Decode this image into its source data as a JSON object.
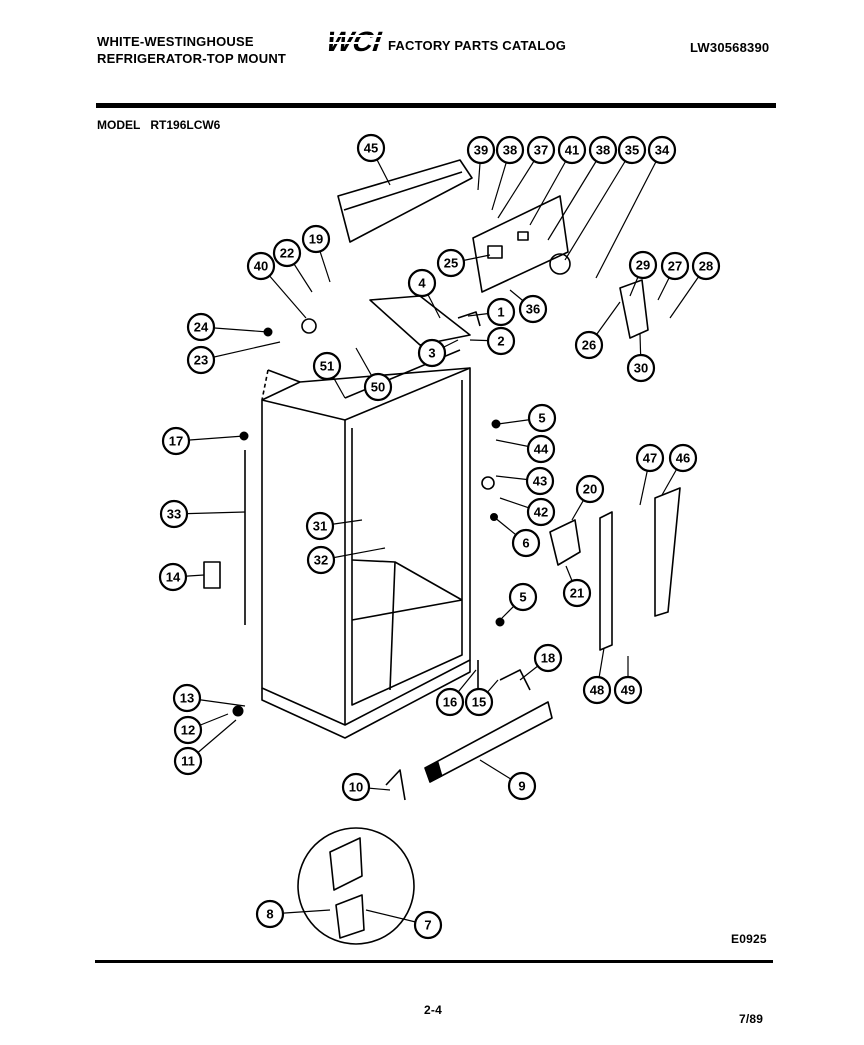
{
  "header": {
    "brand_line1": "WHITE-WESTINGHOUSE",
    "brand_line2": "REFRIGERATOR-TOP MOUNT",
    "logo_text": "WCI",
    "catalog_title": "FACTORY PARTS CATALOG",
    "doc_number": "LW30568390"
  },
  "model": {
    "label": "MODEL",
    "value": "RT196LCW6"
  },
  "footer": {
    "figure_code": "E0925",
    "page": "2-4",
    "date": "7/89"
  },
  "callouts": [
    "45",
    "39",
    "38",
    "37",
    "41",
    "38",
    "35",
    "34",
    "19",
    "22",
    "40",
    "25",
    "4",
    "1",
    "36",
    "29",
    "27",
    "28",
    "24",
    "2",
    "26",
    "23",
    "3",
    "51",
    "50",
    "30",
    "5",
    "17",
    "44",
    "43",
    "47",
    "46",
    "20",
    "42",
    "33",
    "31",
    "6",
    "32",
    "14",
    "5",
    "21",
    "18",
    "13",
    "16",
    "15",
    "48",
    "49",
    "12",
    "11",
    "9",
    "10",
    "8",
    "7"
  ]
}
